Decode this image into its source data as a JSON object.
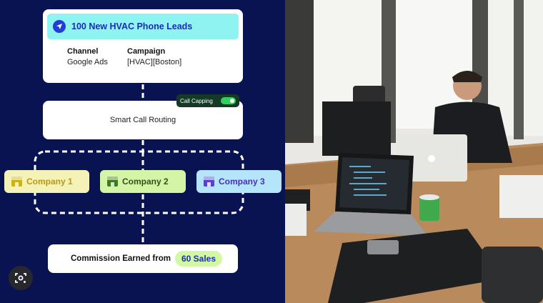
{
  "leads": {
    "title": "100 New HVAC Phone Leads",
    "channel_header": "Channel",
    "channel_value": "Google Ads",
    "campaign_header": "Campaign",
    "campaign_value": "[HVAC][Boston]"
  },
  "routing": {
    "label": "Smart Call Routing",
    "capping_label": "Call Capping",
    "capping_on": true
  },
  "companies": [
    {
      "label": "Company 1"
    },
    {
      "label": "Company 2"
    },
    {
      "label": "Company 3"
    }
  ],
  "commission": {
    "label": "Commission Earned from",
    "sales": "60 Sales"
  },
  "colors": {
    "background": "#0a1352",
    "leads_header": "#8ff4f1",
    "accent_blue": "#1a2cb3",
    "toggle_on": "#2fd15a",
    "company_1": "#f5f2b8",
    "company_2": "#d5f5a6",
    "company_3": "#b5e5fb"
  },
  "icons": {
    "leads": "navigation-arrow-icon",
    "company": "storefront-icon",
    "lens": "camera-search-icon"
  }
}
